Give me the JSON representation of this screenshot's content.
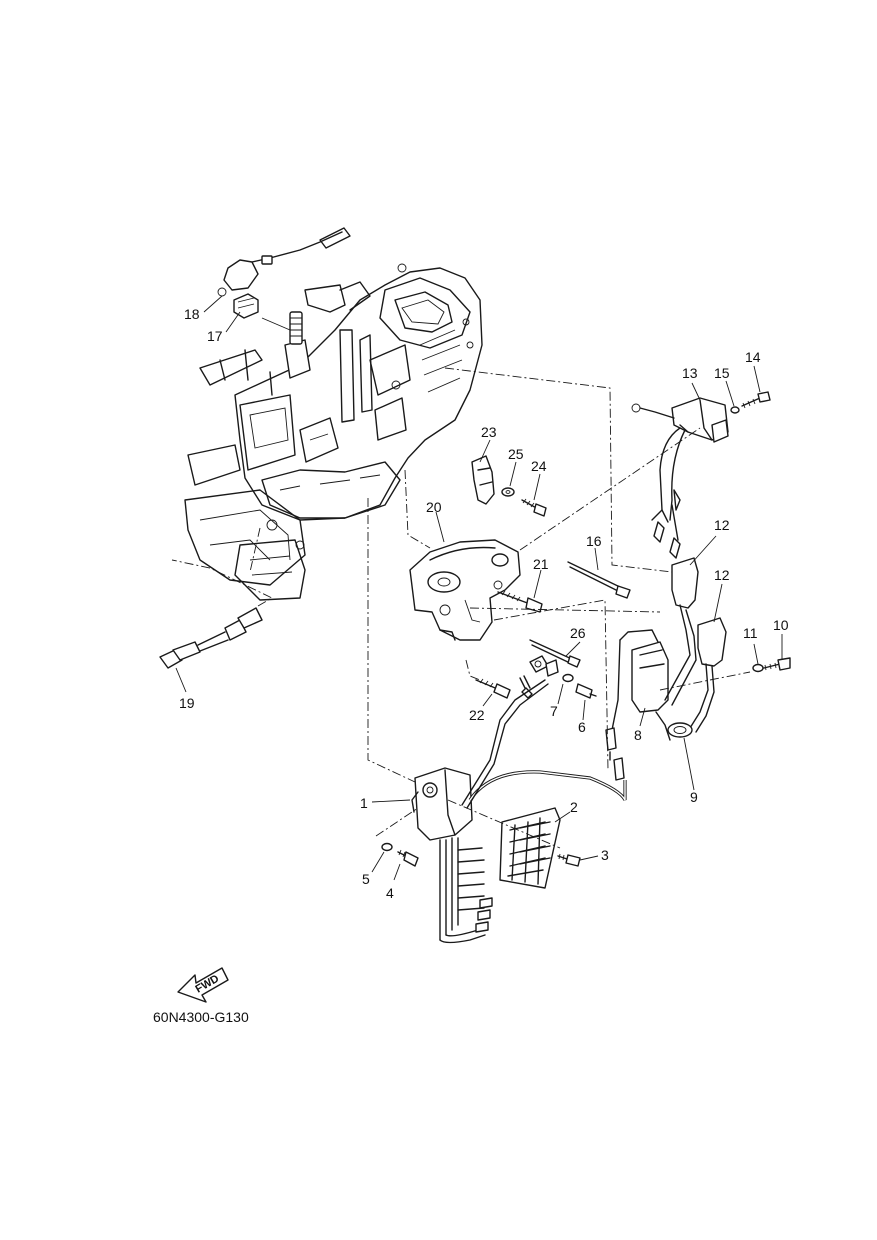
{
  "diagram_code": "60N4300-G130",
  "fwd_label": "FWD",
  "callouts": [
    {
      "id": "1",
      "label": "1"
    },
    {
      "id": "2",
      "label": "2"
    },
    {
      "id": "3",
      "label": "3"
    },
    {
      "id": "4",
      "label": "4"
    },
    {
      "id": "5",
      "label": "5"
    },
    {
      "id": "6",
      "label": "6"
    },
    {
      "id": "7",
      "label": "7"
    },
    {
      "id": "8",
      "label": "8"
    },
    {
      "id": "9",
      "label": "9"
    },
    {
      "id": "10",
      "label": "10"
    },
    {
      "id": "11",
      "label": "11"
    },
    {
      "id": "12a",
      "label": "12"
    },
    {
      "id": "12b",
      "label": "12"
    },
    {
      "id": "13",
      "label": "13"
    },
    {
      "id": "14",
      "label": "14"
    },
    {
      "id": "15",
      "label": "15"
    },
    {
      "id": "16",
      "label": "16"
    },
    {
      "id": "17",
      "label": "17"
    },
    {
      "id": "18",
      "label": "18"
    },
    {
      "id": "19",
      "label": "19"
    },
    {
      "id": "20",
      "label": "20"
    },
    {
      "id": "21",
      "label": "21"
    },
    {
      "id": "22",
      "label": "22"
    },
    {
      "id": "23",
      "label": "23"
    },
    {
      "id": "24",
      "label": "24"
    },
    {
      "id": "25",
      "label": "25"
    },
    {
      "id": "26",
      "label": "26"
    }
  ]
}
